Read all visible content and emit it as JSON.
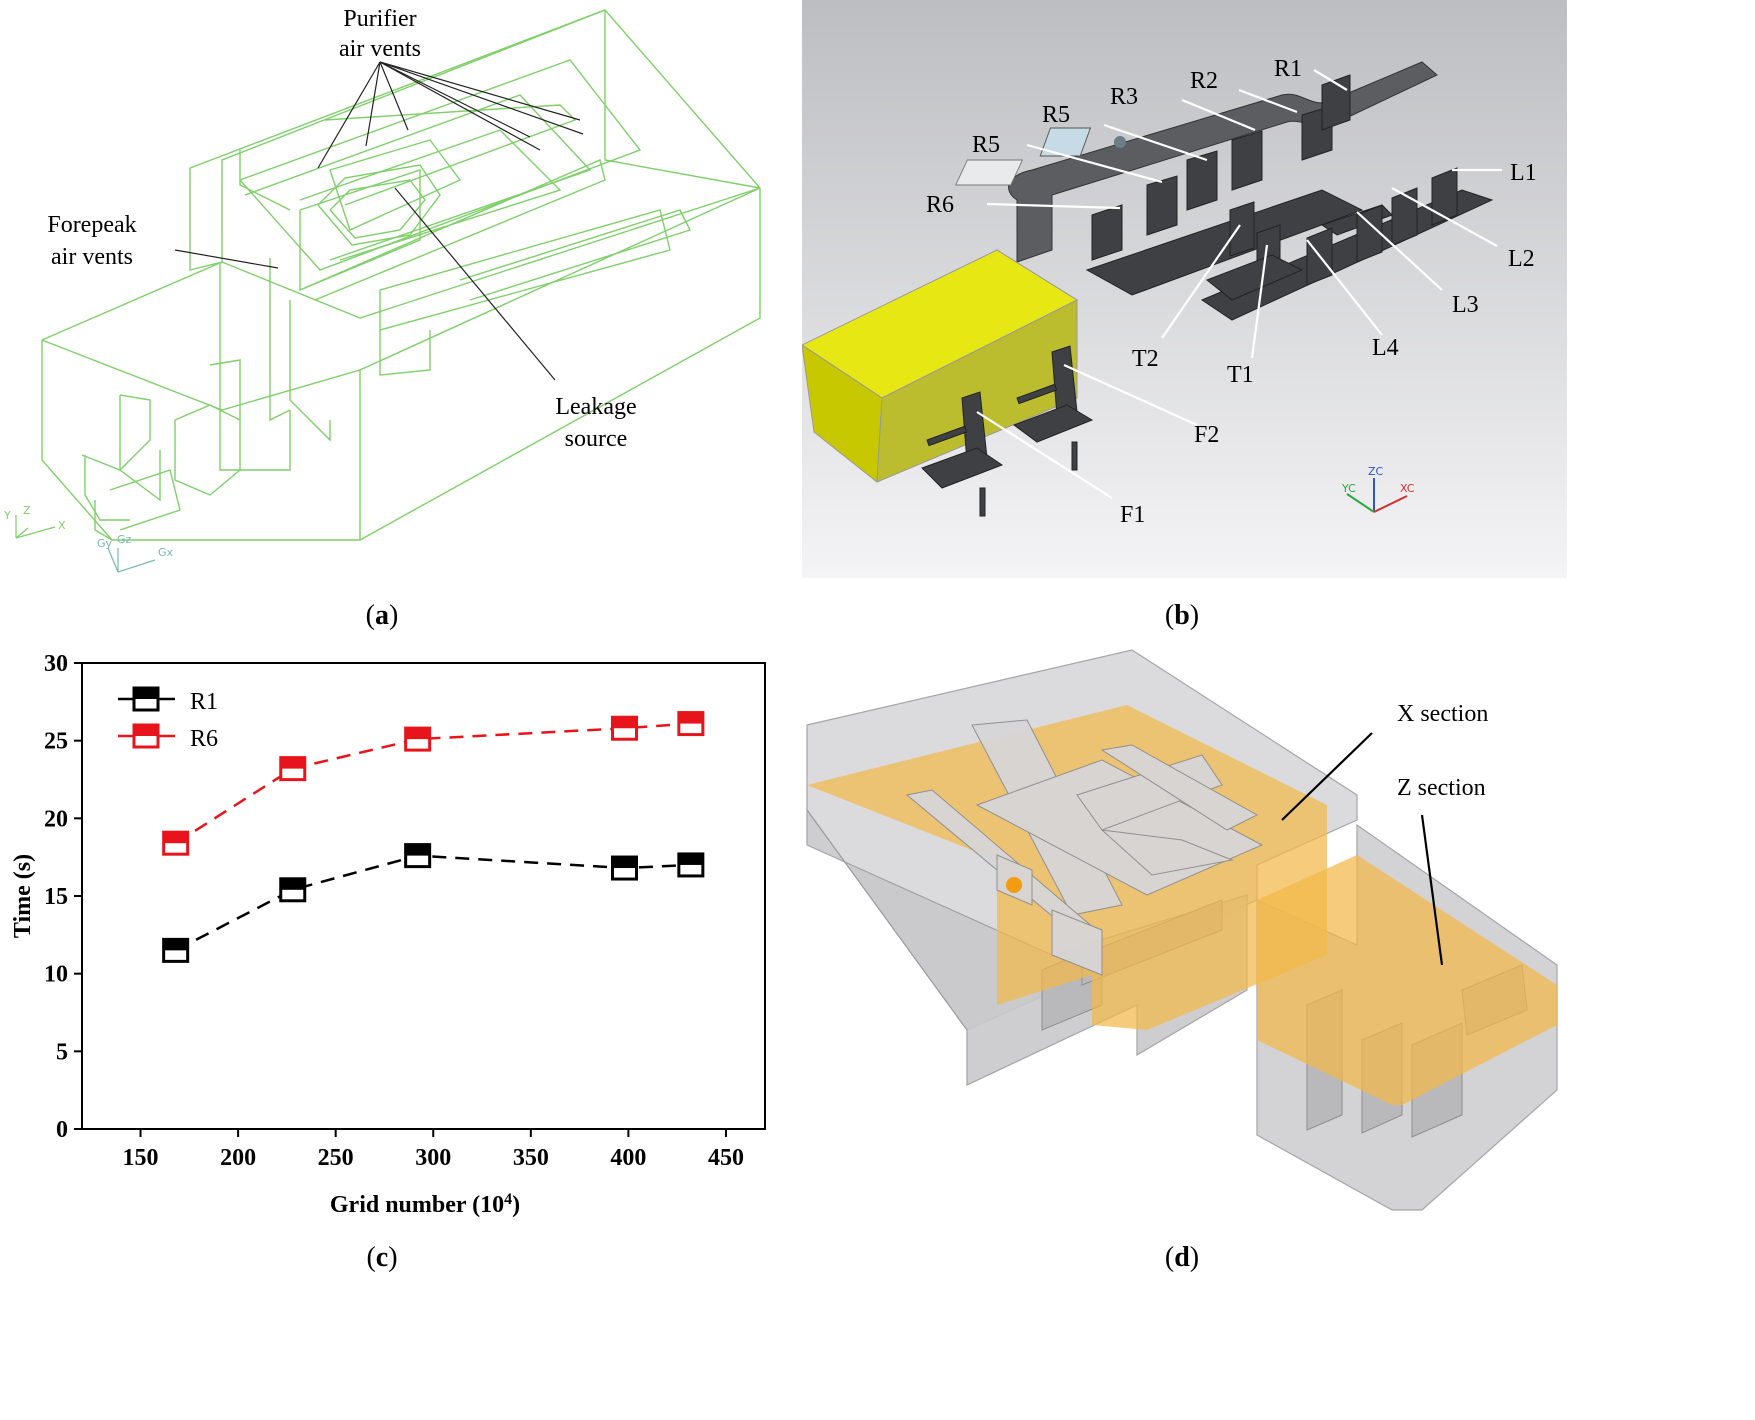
{
  "panel_a": {
    "tag": "a",
    "labels": {
      "purifier_line1": "Purifier",
      "purifier_line2": "air vents",
      "forepeak_line1": "Forepeak",
      "forepeak_line2": "air vents",
      "leakage_line1": "Leakage",
      "leakage_line2": "source"
    },
    "axes_small": [
      "Y",
      "Z",
      "X"
    ],
    "axes_small2": [
      "Gy",
      "Gz",
      "Gx"
    ]
  },
  "panel_b": {
    "tag": "b",
    "seat_labels": [
      "R1",
      "R2",
      "R3",
      "R5",
      "R5",
      "R6",
      "L1",
      "L2",
      "L3",
      "L4",
      "T1",
      "T2",
      "F1",
      "F2"
    ],
    "axis_triad": [
      "YC",
      "ZC",
      "XC"
    ],
    "colors": {
      "background_top": "#c9cacd",
      "background_bottom": "#f2f2f4",
      "block": "#e8e800",
      "seat": "#4a4b4d"
    }
  },
  "panel_c": {
    "tag": "c",
    "chart_data": {
      "type": "line",
      "xlabel": "Grid number (10",
      "xlabel_sup": "4",
      "xlabel_close": ")",
      "ylabel": "Time (s)",
      "xlim": [
        120,
        470
      ],
      "ylim": [
        0,
        30
      ],
      "xticks": [
        150,
        200,
        250,
        300,
        350,
        400,
        450
      ],
      "yticks": [
        0,
        5,
        10,
        15,
        20,
        25,
        30
      ],
      "legend_position": "top-left",
      "series": [
        {
          "name": "R1",
          "color": "#000000",
          "x": [
            168,
            228,
            292,
            398,
            432
          ],
          "y": [
            11.5,
            15.4,
            17.6,
            16.8,
            17.0
          ]
        },
        {
          "name": "R6",
          "color": "#e8141b",
          "x": [
            168,
            228,
            292,
            398,
            432
          ],
          "y": [
            18.4,
            23.2,
            25.1,
            25.8,
            26.1
          ]
        }
      ]
    }
  },
  "panel_d": {
    "tag": "d",
    "labels": {
      "x_section": "X section",
      "z_section": "Z section"
    },
    "colors": {
      "section": "#f2b84a",
      "housing": "#c8c8ca"
    }
  }
}
